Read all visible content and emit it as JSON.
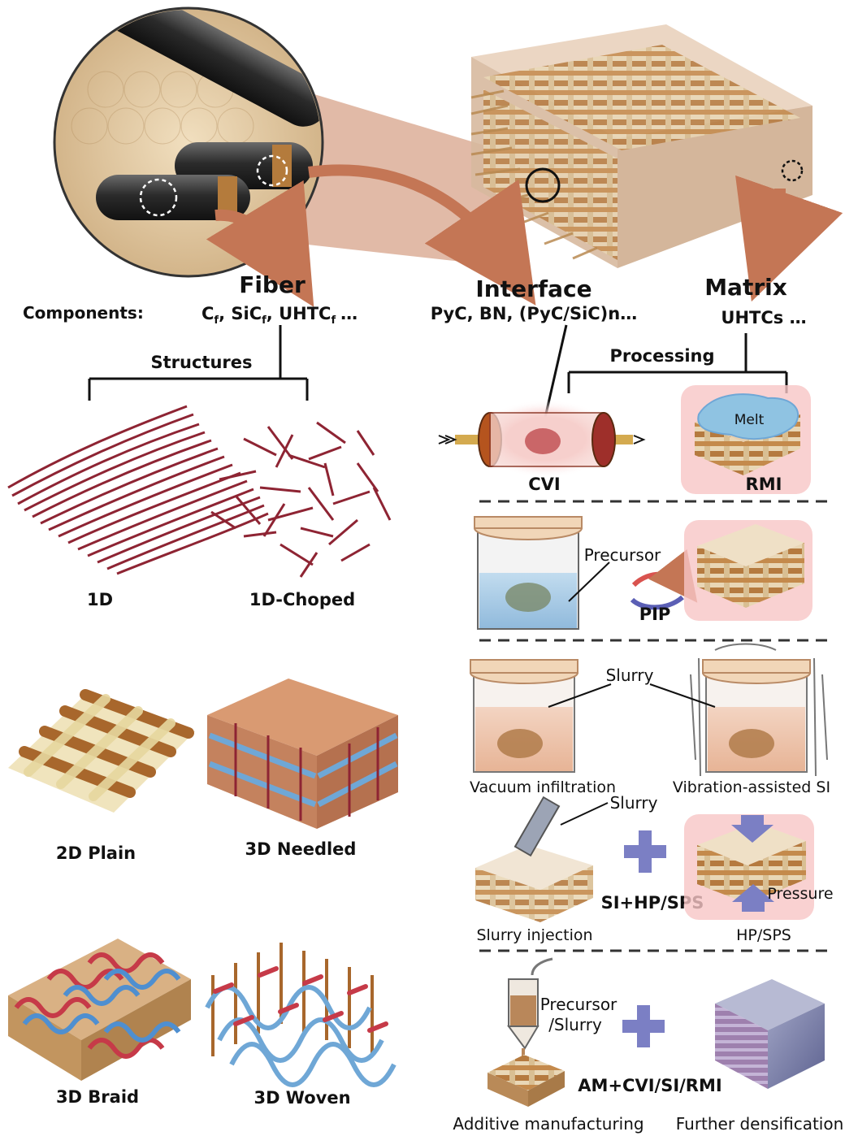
{
  "header": {
    "fiber": "Fiber",
    "interface": "Interface",
    "matrix": "Matrix"
  },
  "components": {
    "label": "Components:",
    "fiber_items": {
      "c": "C",
      "sic": "SiC",
      "uhtc": "UHTC",
      "sub": "f",
      "tail": "…",
      "sep": ", "
    },
    "interface_items": "PyC, BN, (PyC/SiC)n…",
    "matrix_items": "UHTCs …"
  },
  "structures": {
    "heading": "Structures",
    "items": [
      "1D",
      "1D-Choped",
      "2D Plain",
      "3D Needled",
      "3D Braid",
      "3D Woven"
    ]
  },
  "processing": {
    "heading": "Processing",
    "cvi": "CVI",
    "rmi": "RMI",
    "melt": "Melt",
    "precursor": "Precursor",
    "pip": "PIP",
    "slurry": "Slurry",
    "vacuum_infiltration": "Vacuum infiltration",
    "vibration_si": "Vibration-assisted SI",
    "slurry_injection": "Slurry injection",
    "si_hp_sps": "SI+HP/SPS",
    "pressure": "Pressure",
    "hp_sps": "HP/SPS",
    "precursor_slurry_1": "Precursor",
    "precursor_slurry_2": "/Slurry",
    "am_combo": "AM+CVI/SI/RMI",
    "additive_manufacturing": "Additive manufacturing",
    "further_densification": "Further densification"
  },
  "colors": {
    "fiber_red": "#8e2433",
    "tan": "#e8d3ad",
    "brown": "#a8672c",
    "blue": "#6fa7d6",
    "arrow": "#c47655",
    "plus": "#7b7fc4",
    "glow": "#f2a2a2"
  }
}
